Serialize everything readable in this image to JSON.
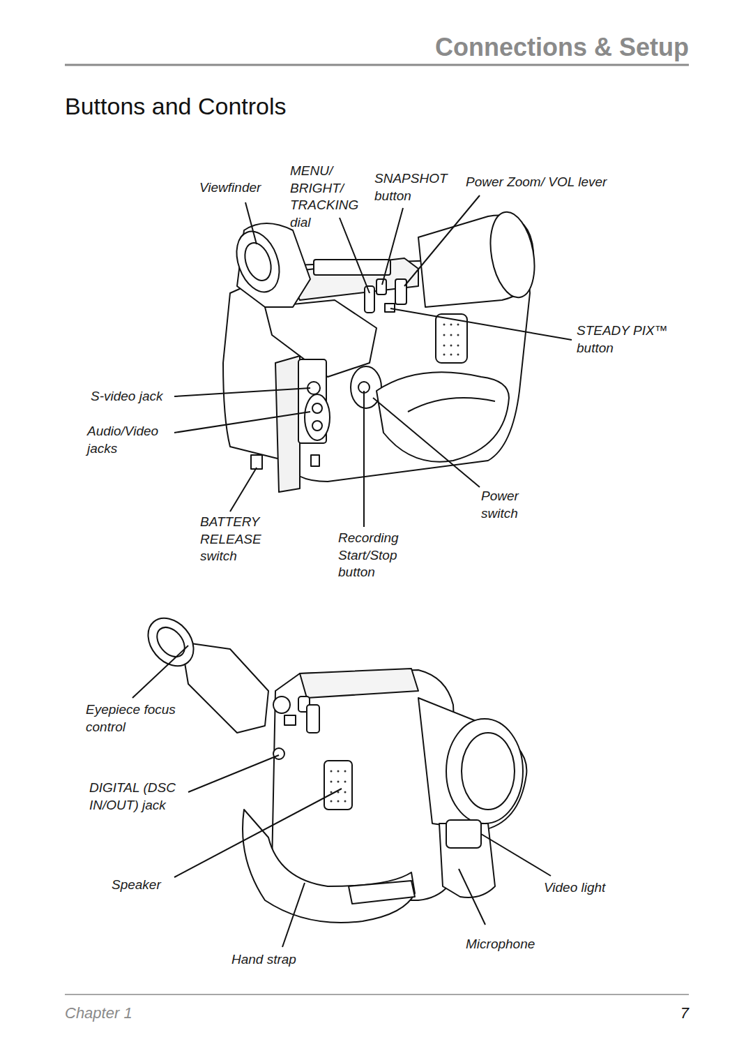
{
  "diagram": {
    "title": "Buttons and Controls",
    "labels": [
      "Connections & Setup",
      "Viewfinder",
      "MENU/ BRIGHT/ TRACKING dial",
      "SNAPSHOT button",
      "Power Zoom/ VOL lever",
      "STEADY PIX™ button",
      "S-video jack",
      "Audio/Video jacks",
      "BATTERY RELEASE switch",
      "Recording Start/Stop button",
      "Power switch",
      "Eyepiece focus control",
      "DIGITAL (DSC IN/OUT) jack",
      "Speaker",
      "Video light",
      "Microphone",
      "Hand strap",
      "Chapter 1",
      "7"
    ]
  }
}
